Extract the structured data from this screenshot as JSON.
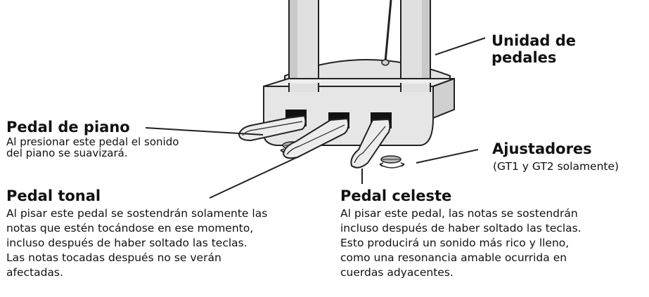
{
  "unit": {
    "title": "Unidad de\npedales"
  },
  "piano": {
    "title": "Pedal de piano",
    "desc": "Al presionar este pedal el sonido\ndel piano se suavizará."
  },
  "tonal": {
    "title": "Pedal tonal",
    "desc": "Al pisar este pedal se sostendrán solamente las\nnotas que estén tocándose en ese momento,\nincluso después de haber soltado las teclas.\nLas notas tocadas después no se verán\nafectadas."
  },
  "adjusters": {
    "title": "Ajustadores",
    "sub": "(GT1 y GT2 solamente)"
  },
  "celeste": {
    "title": "Pedal celeste",
    "desc": "Al pisar este pedal, las notas se sostendrán\nincluso después de haber soltado las teclas.\nEsto producirá un sonido más rico y lleno,\ncomo una resonancia amable ocurrida en\ncuerdas adyacentes."
  }
}
